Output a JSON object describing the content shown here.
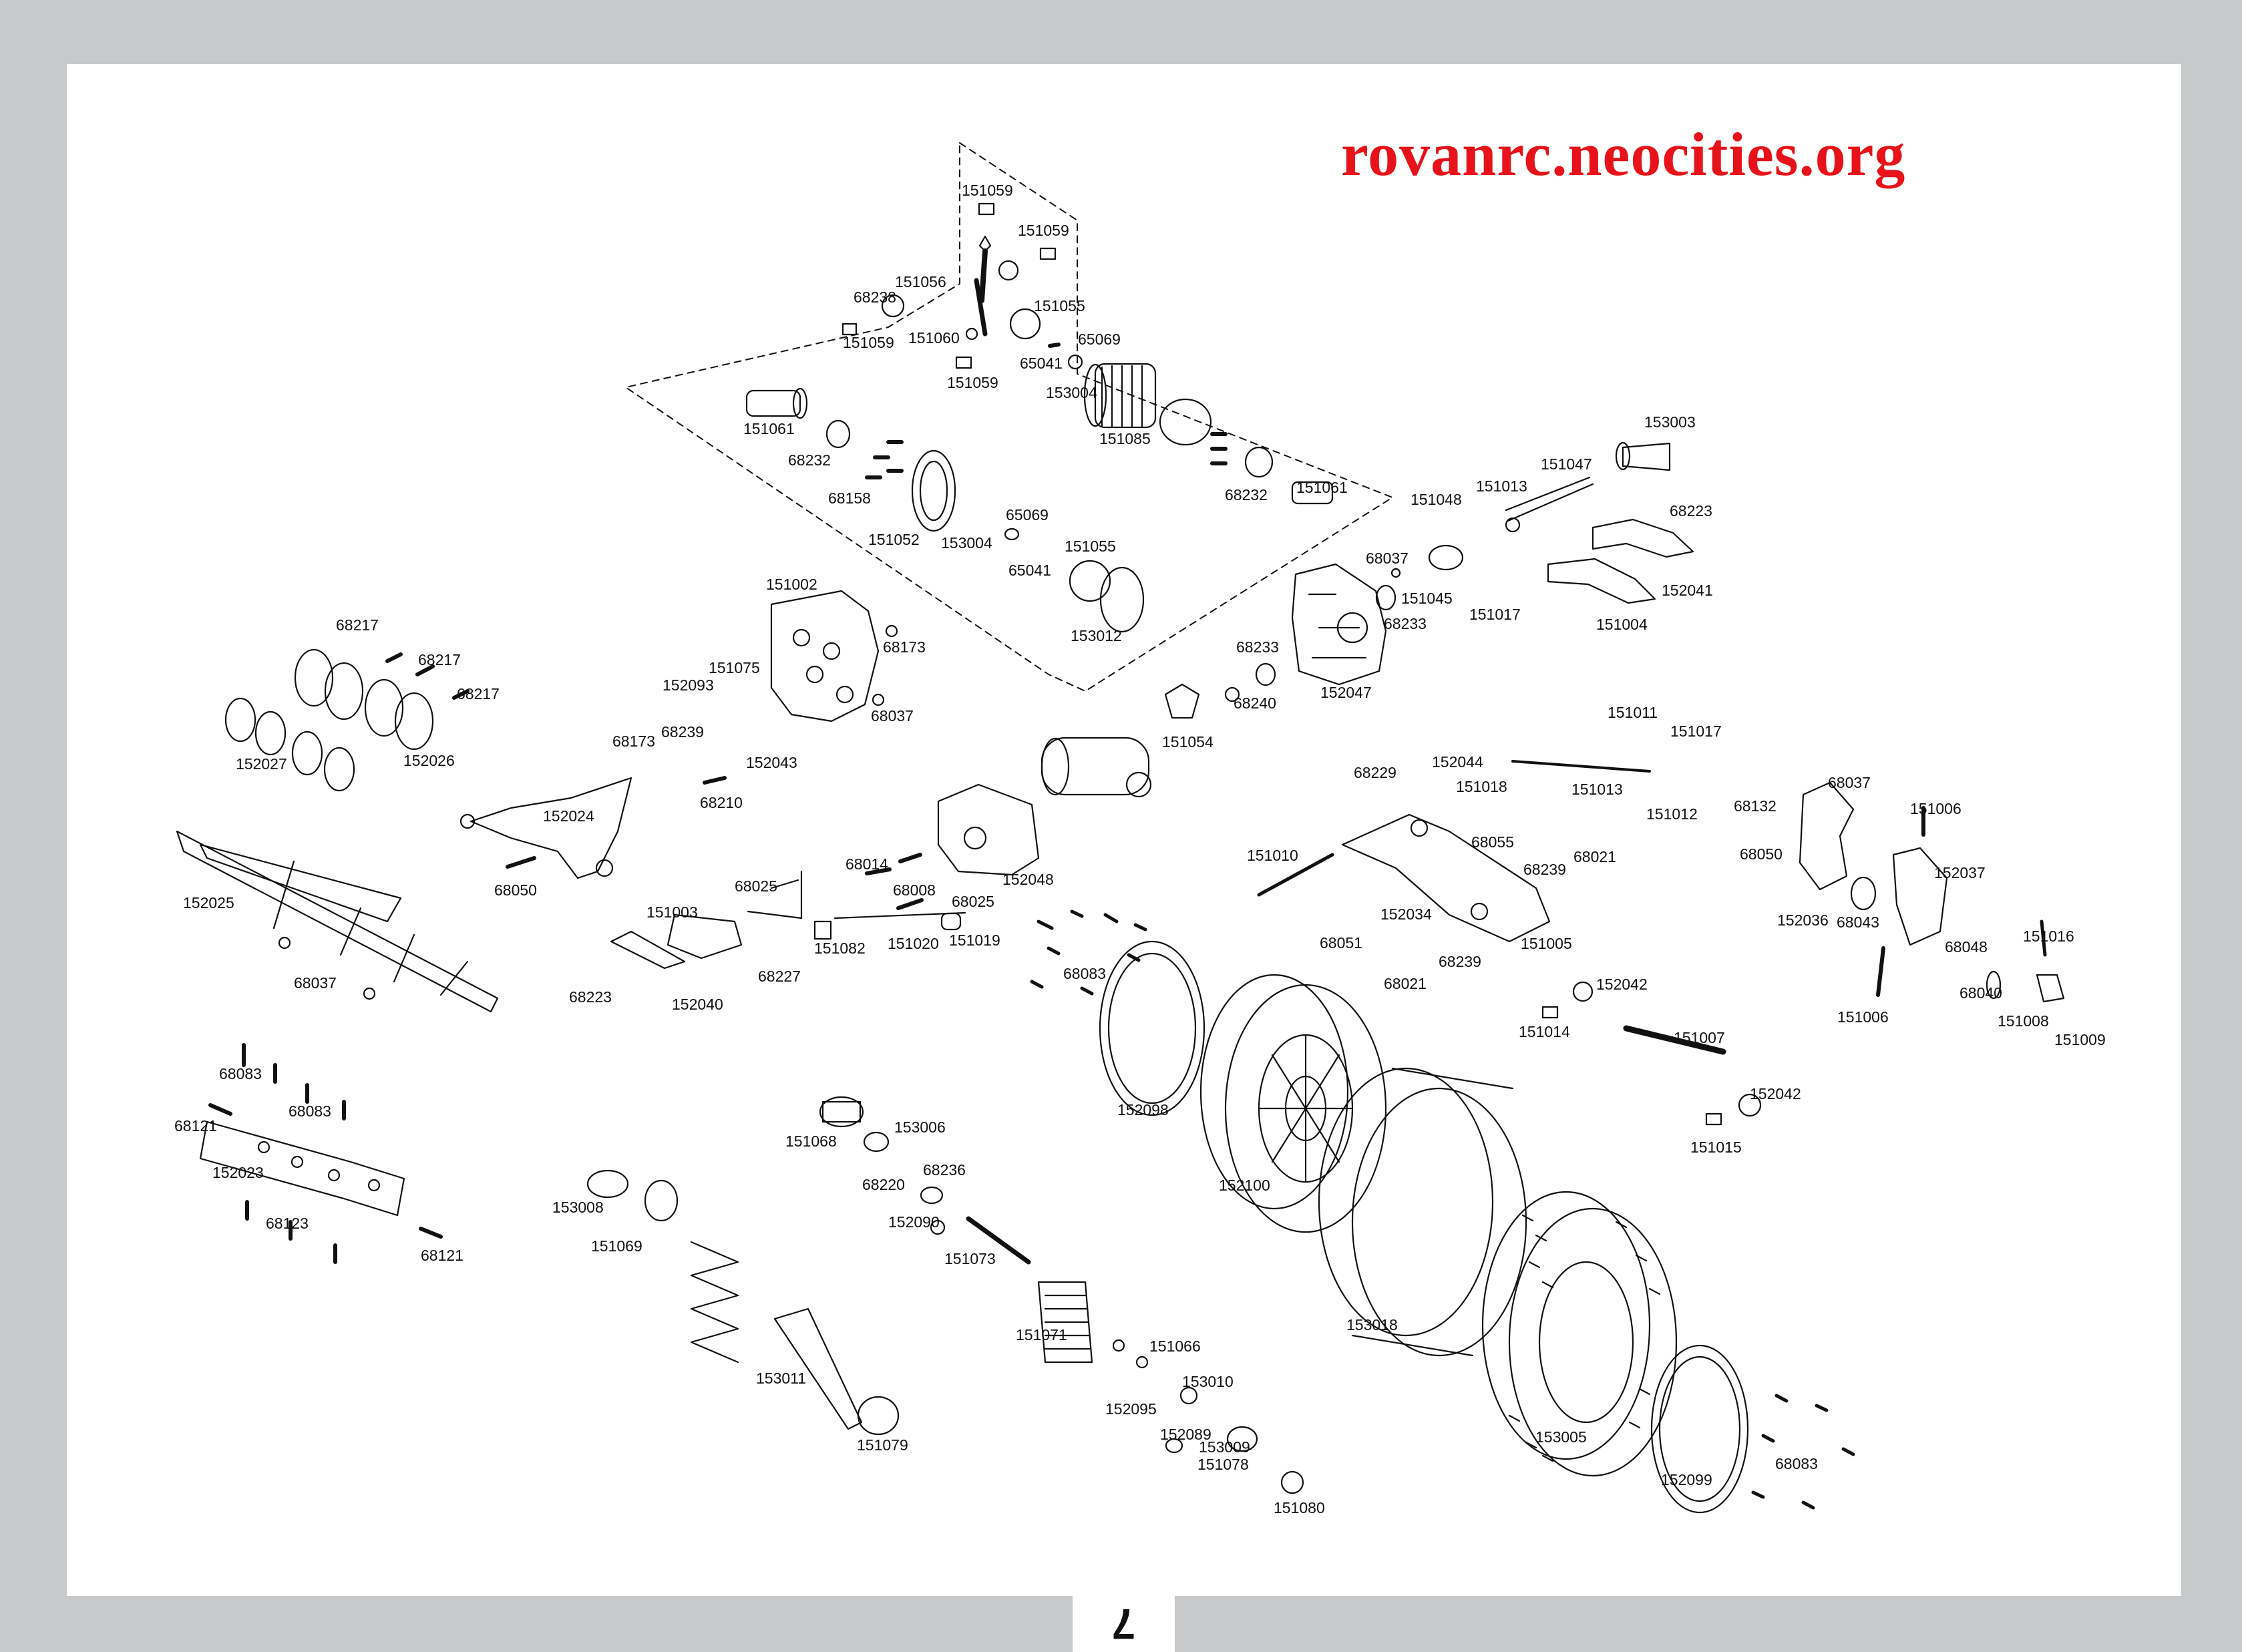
{
  "watermark": "rovanrc.neocities.org",
  "page_number": "7",
  "labels": [
    "151059",
    "151059",
    "151056",
    "68238",
    "151055",
    "151059",
    "151060",
    "65069",
    "65041",
    "151059",
    "153004",
    "151061",
    "68232",
    "151085",
    "68158",
    "68232",
    "151052",
    "153004",
    "65069",
    "65041",
    "151055",
    "151061",
    "153012",
    "153003",
    "151047",
    "151013",
    "151048",
    "68223",
    "68037",
    "151045",
    "68233",
    "151017",
    "152041",
    "151004",
    "68233",
    "152047",
    "68240",
    "151002",
    "68173",
    "151075",
    "152093",
    "68239",
    "68173",
    "68037",
    "152043",
    "151054",
    "68217",
    "68217",
    "68217",
    "152027",
    "152026",
    "68210",
    "152024",
    "68050",
    "152025",
    "68037",
    "151011",
    "151017",
    "151013",
    "151012",
    "68132",
    "68037",
    "151006",
    "68050",
    "152044",
    "68229",
    "151018",
    "68055",
    "151010",
    "68239",
    "68021",
    "152037",
    "152036",
    "68043",
    "151016",
    "68048",
    "68040",
    "152034",
    "68051",
    "151005",
    "68021",
    "68239",
    "151008",
    "151009",
    "151006",
    "68014",
    "68008",
    "68025",
    "152048",
    "68025",
    "151003",
    "151082",
    "151020",
    "151019",
    "68227",
    "68223",
    "152040",
    "68083",
    "152042",
    "151014",
    "151007",
    "152042",
    "151015",
    "68083",
    "68083",
    "68121",
    "152023",
    "68121",
    "68123",
    "153008",
    "151069",
    "151068",
    "153006",
    "68236",
    "68220",
    "152090",
    "152098",
    "152100",
    "151073",
    "151071",
    "151066",
    "152095",
    "153010",
    "152089",
    "153009",
    "151078",
    "151080",
    "153011",
    "151079",
    "153018",
    "153005",
    "152099",
    "68083"
  ],
  "colors": {
    "frame": "#c8c9cb",
    "watermark": "#e8121a",
    "ink": "#111111"
  }
}
